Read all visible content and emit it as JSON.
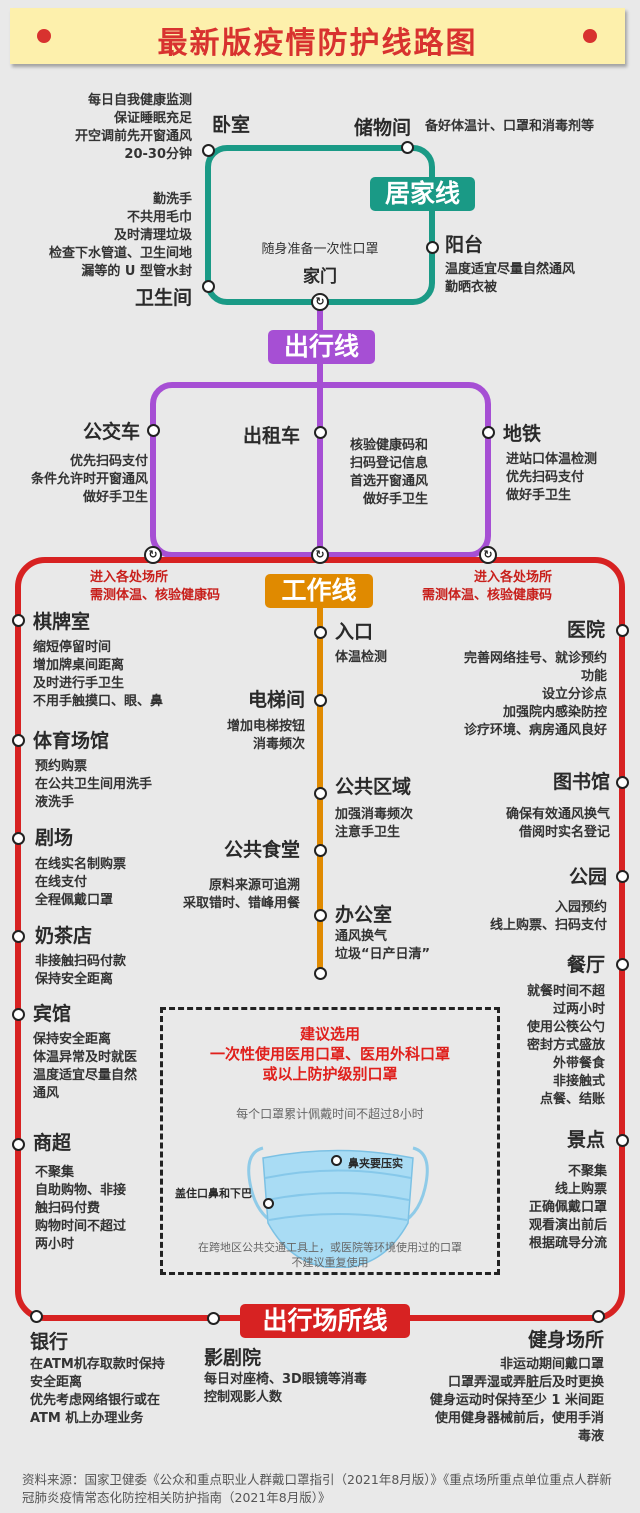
{
  "title": "最新版疫情防护线路图",
  "colors": {
    "home": "#1a9a86",
    "travel": "#a64fd4",
    "work": "#e08a00",
    "venue": "#d72222",
    "title_bg": "#fdf0ac",
    "title_text": "#d8322f"
  },
  "home_line": {
    "name": "居家线",
    "door_note": "随身准备一次性口罩",
    "door": "家门",
    "bedroom": {
      "label": "卧室",
      "desc": "每日自我健康监测\n保证睡眠充足\n开空调前先开窗通风\n20-30分钟"
    },
    "storage": {
      "label": "储物间",
      "desc": "备好体温计、口罩和消毒剂等"
    },
    "balcony": {
      "label": "阳台",
      "desc": "温度适宜尽量自然通风\n勤晒衣被"
    },
    "bathroom": {
      "label": "卫生间",
      "desc": "勤洗手\n不共用毛巾\n及时清理垃圾\n检查下水管道、卫生间地\n漏等的 U 型管水封"
    }
  },
  "travel_line": {
    "name": "出行线",
    "bus": {
      "label": "公交车",
      "desc": "优先扫码支付\n条件允许时开窗通风\n做好手卫生"
    },
    "taxi": {
      "label": "出租车",
      "desc": "核验健康码和\n扫码登记信息\n首选开窗通风\n做好手卫生"
    },
    "metro": {
      "label": "地铁",
      "desc": "进站口体温检测\n优先扫码支付\n做好手卫生"
    }
  },
  "work_line": {
    "name": "工作线",
    "entry_note": "进入各处场所\n需测体温、核验健康码",
    "entrance": {
      "label": "入口",
      "desc": "体温检测"
    },
    "elevator": {
      "label": "电梯间",
      "desc": "增加电梯按钮\n消毒频次"
    },
    "public_area": {
      "label": "公共区域",
      "desc": "加强消毒频次\n注意手卫生"
    },
    "canteen": {
      "label": "公共食堂",
      "desc": "原料来源可追溯\n采取错时、错峰用餐"
    },
    "office": {
      "label": "办公室",
      "desc": "通风换气\n垃圾“日产日清”"
    }
  },
  "venue_line": {
    "name": "出行场所线",
    "chess": {
      "label": "棋牌室",
      "desc": "缩短停留时间\n增加牌桌间距离\n及时进行手卫生\n不用手触摸口、眼、鼻"
    },
    "stadium": {
      "label": "体育场馆",
      "desc": "预约购票\n在公共卫生间用洗手\n液洗手"
    },
    "theater": {
      "label": "剧场",
      "desc": "在线实名制购票\n在线支付\n全程佩戴口罩"
    },
    "milktea": {
      "label": "奶茶店",
      "desc": "非接触扫码付款\n保持安全距离"
    },
    "hotel": {
      "label": "宾馆",
      "desc": "保持安全距离\n体温异常及时就医\n温度适宜尽量自然\n通风"
    },
    "supermarket": {
      "label": "商超",
      "desc": "不聚集\n自助购物、非接\n触扫码付费\n购物时间不超过\n两小时"
    },
    "hospital": {
      "label": "医院",
      "desc": "完善网络挂号、就诊预约\n功能\n设立分诊点\n加强院内感染防控\n诊疗环境、病房通风良好"
    },
    "library": {
      "label": "图书馆",
      "desc": "确保有效通风换气\n借阅时实名登记"
    },
    "park": {
      "label": "公园",
      "desc": "入园预约\n线上购票、扫码支付"
    },
    "restaurant": {
      "label": "餐厅",
      "desc": "就餐时间不超\n过两小时\n使用公筷公勺\n密封方式盛放\n外带餐食\n非接触式\n点餐、结账"
    },
    "scenic": {
      "label": "景点",
      "desc": "不聚集\n线上购票\n正确佩戴口罩\n观看演出前后\n根据疏导分流"
    },
    "bank": {
      "label": "银行",
      "desc": "在ATM机存取款时保持\n安全距离\n优先考虑网络银行或在\nATM 机上办理业务"
    },
    "cinema": {
      "label": "影剧院",
      "desc": "每日对座椅、3D眼镜等消毒\n控制观影人数"
    },
    "fitness": {
      "label": "健身场所",
      "desc": "非运动期间戴口罩\n口罩弄湿或弄脏后及时更换\n健身运动时保持至少 1 米间距\n使用健身器械前后，使用手消\n毒液"
    }
  },
  "mask_box": {
    "recommend": "建议选用\n一次性使用医用口罩、医用外科口罩\n或以上防护级别口罩",
    "duration": "每个口罩累计佩戴时间不超过8小时",
    "nose_clip": "鼻夹要压实",
    "cover": "盖住口鼻和下巴",
    "reuse_note": "在跨地区公共交通工具上，或医院等环境使用过的口罩\n不建议重复使用"
  },
  "footer": "资料来源：国家卫健委《公众和重点职业人群戴口罩指引（2021年8月版）》《重点场所重点单位重点人群新冠肺炎疫情常态化防控相关防护指南（2021年8月版）》"
}
